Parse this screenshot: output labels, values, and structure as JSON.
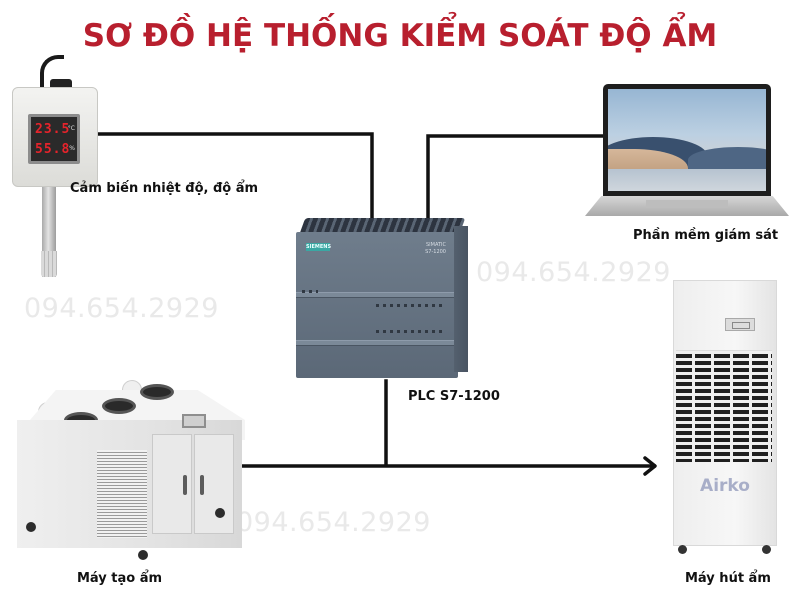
{
  "diagram": {
    "title": "SƠ ĐỒ HỆ THỐNG KIỂM SOÁT ĐỘ ẨM",
    "title_color": "#b81f2e",
    "line_color": "#111111",
    "watermark": "094.654.2929",
    "nodes": {
      "sensor": {
        "label": "Cảm biến nhiệt độ, độ ẩm",
        "display_temp": "23.5",
        "display_temp_unit": "°C",
        "display_humidity": "55.8",
        "display_humidity_unit": "%"
      },
      "plc": {
        "label": "PLC S7-1200",
        "brand": "SIEMENS",
        "model_line1": "SIMATIC",
        "model_line2": "S7-1200"
      },
      "laptop": {
        "label": "Phần mềm giám sát"
      },
      "humidifier": {
        "label": "Máy tạo ẩm"
      },
      "dehumidifier": {
        "label": "Máy hút ẩm",
        "brand": "Airko"
      }
    },
    "connections": [
      {
        "from": "sensor",
        "to": "plc",
        "type": "line"
      },
      {
        "from": "laptop",
        "to": "plc",
        "type": "line"
      },
      {
        "from": "plc",
        "to": "humidifier",
        "type": "arrow"
      },
      {
        "from": "plc",
        "to": "dehumidifier",
        "type": "arrow"
      }
    ]
  }
}
